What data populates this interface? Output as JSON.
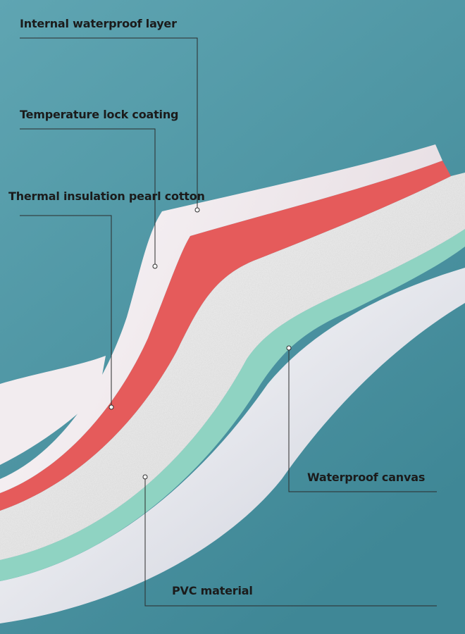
{
  "colors": {
    "background": "#4f98a5",
    "text": "#1b1b1b",
    "leader_line": "#2b2b2b",
    "waterproof_layer": "#efe6ea",
    "lock_coating": "#e55b5b",
    "pearl_cotton": "#f3f3f3",
    "canvas": "#8fd3c2",
    "pvc": "#e9eaf0"
  },
  "labels": {
    "internal_waterproof_layer": "Internal waterproof layer",
    "temperature_lock_coating": "Temperature lock coating",
    "thermal_insulation_pearl_cotton": "Thermal insulation pearl cotton",
    "waterproof_canvas": "Waterproof canvas",
    "pvc_material": "PVC material"
  }
}
